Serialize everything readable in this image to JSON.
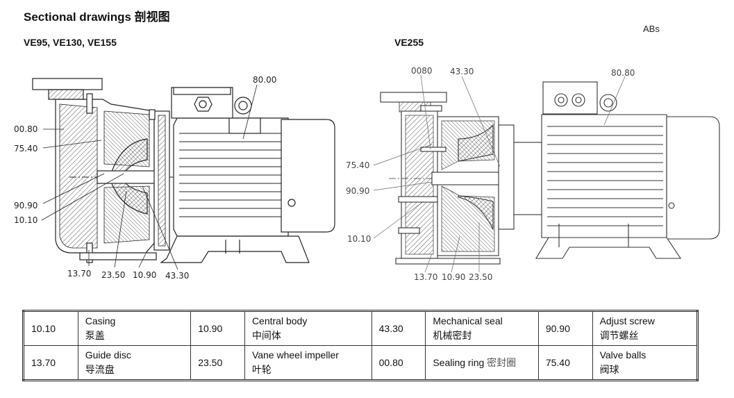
{
  "header": {
    "title": "Sectional drawings 剖视图",
    "brand": "ABs"
  },
  "left_drawing": {
    "label": "VE95, VE130, VE155",
    "callouts": [
      "80.00",
      "00.80",
      "75.40",
      "90.90",
      "10.10",
      "13.70",
      "23.50",
      "10.90",
      "43.30"
    ]
  },
  "right_drawing": {
    "label": "VE255",
    "callouts": [
      "0080",
      "43.30",
      "80.80",
      "75.40",
      "90.90",
      "10.10",
      "13.70",
      "10.90",
      "23.50"
    ]
  },
  "parts_table": {
    "rows": [
      [
        {
          "code": "10.10",
          "en": "Casing",
          "zh": "泵盖"
        },
        {
          "code": "10.90",
          "en": "Central body",
          "zh": "中间体"
        },
        {
          "code": "43.30",
          "en": "Mechanical seal",
          "zh": "机械密封"
        },
        {
          "code": "90.90",
          "en": "Adjust screw",
          "zh": "调节螺丝"
        }
      ],
      [
        {
          "code": "13.70",
          "en": "Guide disc",
          "zh": "导流盘"
        },
        {
          "code": "23.50",
          "en": "Vane wheel impeller",
          "zh": "叶轮"
        },
        {
          "code": "00.80",
          "en": "Sealing ring",
          "zh": "密封圈"
        },
        {
          "code": "75.40",
          "en": "Valve balls",
          "zh": "阀球"
        }
      ]
    ]
  },
  "colors": {
    "line": "#222222",
    "hatch": "#555555"
  }
}
